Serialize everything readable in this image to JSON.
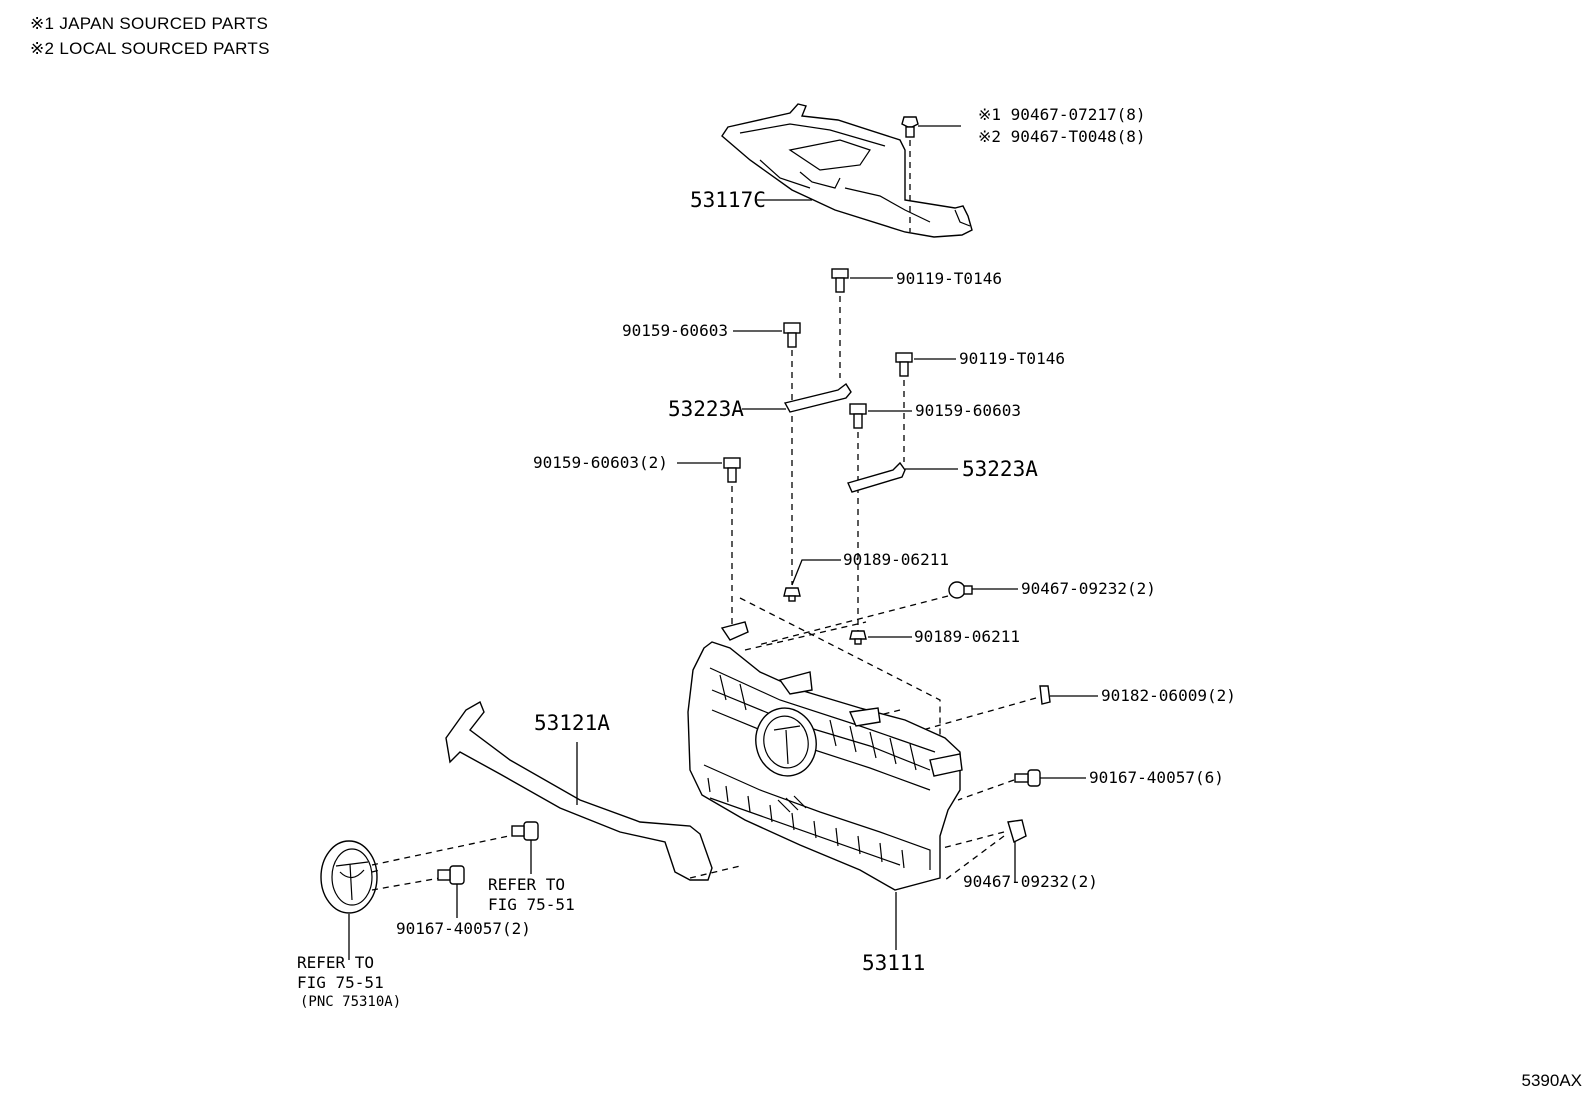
{
  "notes": {
    "japan": "※1 JAPAN SOURCED PARTS",
    "local": "※2 LOCAL SOURCED PARTS"
  },
  "labels": {
    "clip_japan": "※1 90467-07217(8)",
    "clip_local": "※2 90467-T0048(8)",
    "cover": "53117C",
    "bolt_top_1": "90119-T0146",
    "screw_left_1": "90159-60603",
    "bolt_top_2": "90119-T0146",
    "brace_left": "53223A",
    "screw_mid": "90159-60603",
    "screw_left_2": "90159-60603(2)",
    "brace_right": "53223A",
    "nut_1": "90189-06211",
    "clip_1": "90467-09232(2)",
    "nut_2": "90189-06211",
    "nut_side": "90182-06009(2)",
    "moulding": "53121A",
    "screw_side": "90167-40057(6)",
    "screw_emblem": "90167-40057(2)",
    "clip_2": "90467-09232(2)",
    "grille": "53111",
    "refer_1_line1": "REFER TO",
    "refer_1_line2": "FIG 75-51",
    "refer_2_line1": "REFER TO",
    "refer_2_line2": "FIG 75-51",
    "refer_2_pnc": "(PNC 75310A)"
  },
  "figure_id": "5390AX",
  "colors": {
    "line": "#000000",
    "background": "#ffffff"
  }
}
